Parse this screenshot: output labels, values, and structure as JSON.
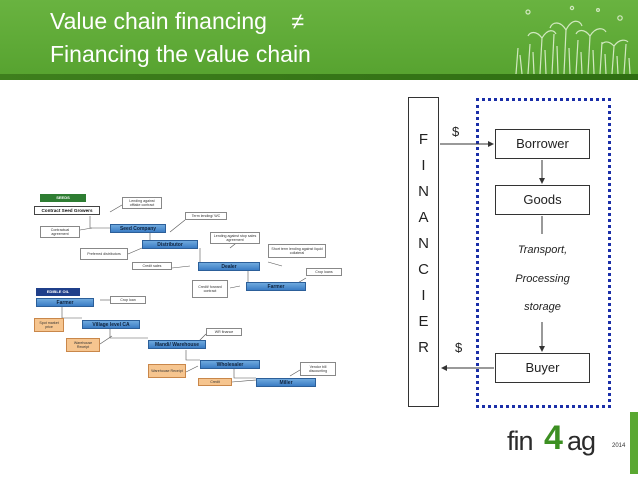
{
  "slide": {
    "title_line1": "Value chain financing",
    "not_equal_symbol": "≠",
    "title_line2": "Financing the value chain"
  },
  "left_diagram": {
    "seeds_header": "SEEDS",
    "contract_growers": "Contract Seed Growers",
    "seed_company": "Seed Company",
    "distributor": "Distributor",
    "dealer": "Dealer",
    "farmer_seed": "Farmer",
    "notes_seed": [
      "Lending against offtake contract",
      "Contractual agreement",
      "Term lending/ WC",
      "Preferred distributors",
      "Lending against stop sales agreement",
      "Credit sales",
      "Short term lending against liquid collateral",
      "Credit/ forward contract",
      "Crop loans"
    ],
    "oil_header": "EDIBLE OIL",
    "farmer_oil": "Farmer",
    "village_ca": "Village level CA",
    "mandi_warehouse": "Mandi/ Warehouse",
    "wholesaler": "Wholesaler",
    "miller": "Miller",
    "notes_oil": [
      "Crop loan",
      "Spot market price",
      "Warehouse Receipt",
      "WR finance",
      "Warehouse Receipt",
      "Vendor bill discounting",
      "Credit"
    ]
  },
  "right_diagram": {
    "financier_letters": [
      "F",
      "I",
      "N",
      "A",
      "N",
      "C",
      "I",
      "E",
      "R"
    ],
    "dollar_top": "$",
    "dollar_bottom": "$",
    "nodes": {
      "borrower": "Borrower",
      "goods": "Goods",
      "buyer": "Buyer"
    },
    "middle_text": [
      "Transport,",
      "Processing",
      "storage"
    ]
  },
  "logo": {
    "brand_prefix": "fin",
    "brand_digit": "4",
    "brand_suffix": "ag",
    "year": "2014"
  },
  "colors": {
    "header_green": "#5fae36",
    "dotted_blue": "#1a2ea8",
    "seed_green": "#2e7d32",
    "oil_navy": "#1f3f8a",
    "node_blue": "#5b9bd5",
    "orange_note": "#f6c58f",
    "logo_green": "#5aa832"
  }
}
